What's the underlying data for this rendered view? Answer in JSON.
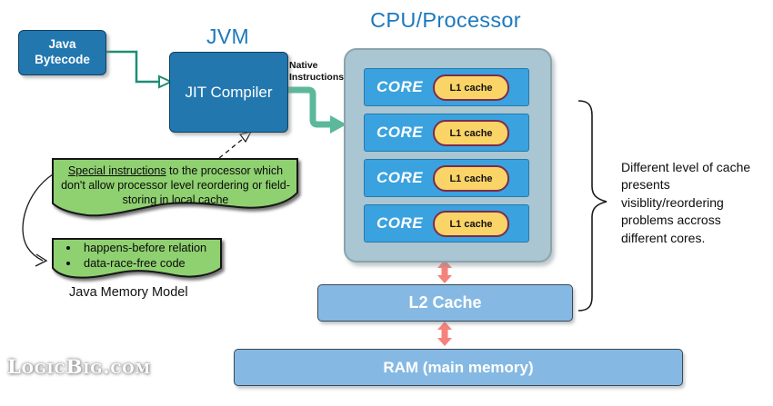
{
  "titles": {
    "jvm": "JVM",
    "cpu": "CPU/Processor"
  },
  "boxes": {
    "java_bytecode": "Java\nBytecode",
    "jit": "JIT Compiler",
    "l2": "L2 Cache",
    "ram": "RAM (main memory)"
  },
  "arrow_label": "Native\nInstructions",
  "cores": [
    {
      "label": "CORE",
      "cache": "L1 cache"
    },
    {
      "label": "CORE",
      "cache": "L1 cache"
    },
    {
      "label": "CORE",
      "cache": "L1 cache"
    },
    {
      "label": "CORE",
      "cache": "L1 cache"
    }
  ],
  "callouts": {
    "special": {
      "underlined": "Special instructions",
      "rest": "  to the processor which don't allow processor level reordering or field-storing in local cache"
    },
    "bullets": [
      "happens-before relation",
      "data-race-free code"
    ],
    "caption": "Java Memory Model"
  },
  "side_note": "Different level of cache presents visiblity/reordering problems accross different cores.",
  "logo": {
    "text": "LogicBig.com"
  },
  "colors": {
    "title_blue": "#1b79be",
    "dark_box_blue": "#2277af",
    "core_blue": "#3aa2df",
    "cpu_container": "#a9c6d2",
    "l1_cache_yellow": "#fbd468",
    "l1_cache_border": "#7e2b49",
    "memory_blue": "#85b9e3",
    "arrow_teal_thick": "#5cb89b",
    "arrow_teal_thin": "#1f8d74",
    "arrow_red": "#f5837b",
    "callout_green": "#8fd06f"
  }
}
